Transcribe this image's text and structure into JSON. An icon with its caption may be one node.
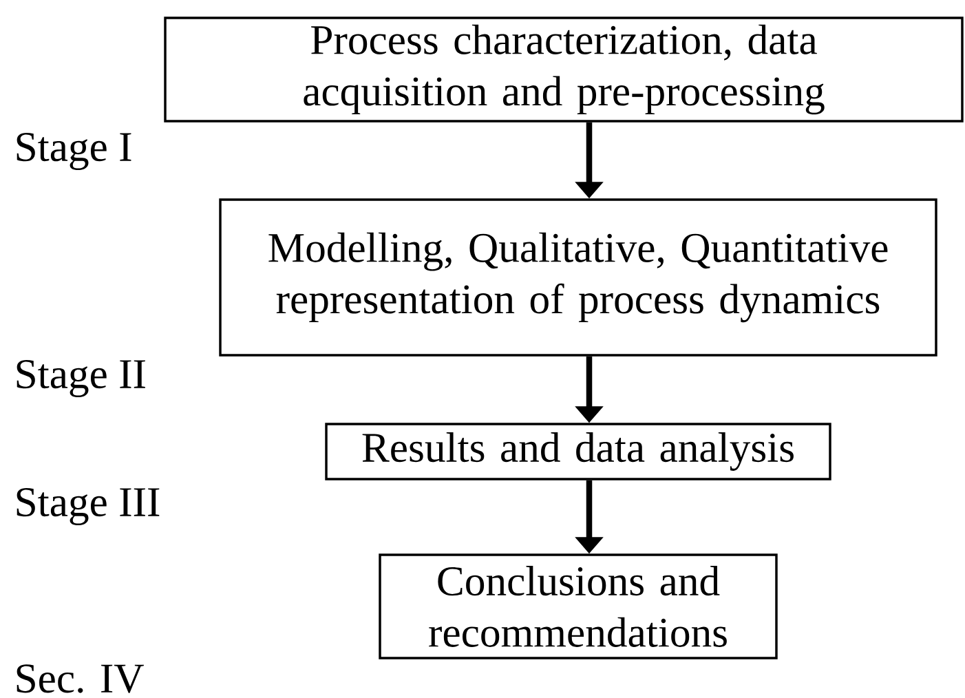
{
  "diagram": {
    "nodes": [
      {
        "text": [
          "Process characterization, data acquisition and pre-processing"
        ]
      },
      {
        "text": [
          "Modelling, Qualitative, Quantitative representation of process dynamics"
        ]
      },
      {
        "text": [
          "Results and data analysis"
        ]
      },
      {
        "text": [
          "Conclusions and recommendations"
        ]
      }
    ],
    "edges": [
      {
        "from": 0,
        "to": 1,
        "arrow": "to"
      },
      {
        "from": 1,
        "to": 2,
        "arrow": "to"
      },
      {
        "from": 2,
        "to": 3,
        "arrow": "to"
      }
    ],
    "labels": [
      "Stage I",
      "Stage II",
      "Stage III",
      "Sec. IV"
    ]
  }
}
